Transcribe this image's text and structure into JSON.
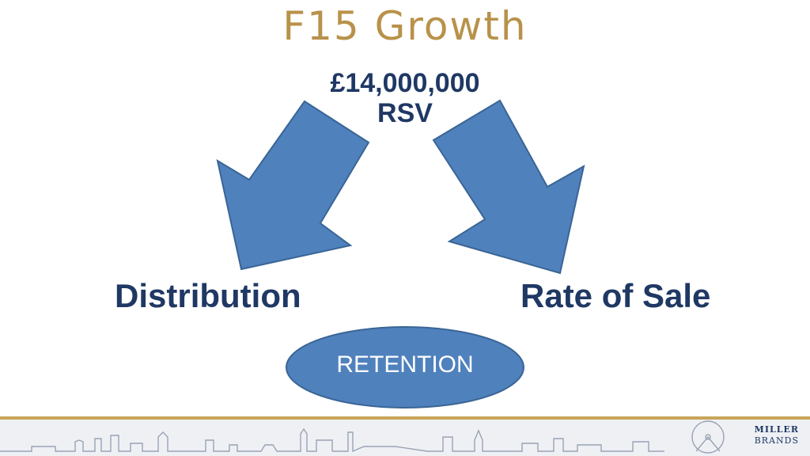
{
  "title": "F15 Growth",
  "value": {
    "line1": "£14,000,000",
    "line2": "RSV"
  },
  "left_label": "Distribution",
  "right_label": "Rate of Sale",
  "oval_label": "RETENTION",
  "logo": {
    "line1": "MILLER",
    "line2": "BRANDS"
  },
  "colors": {
    "title": "#b8924a",
    "text": "#1f3864",
    "shape_fill": "#4f81bd",
    "shape_stroke": "#3a6595",
    "footer_line": "#c9a55a",
    "skyline": "#9aa3b4"
  }
}
